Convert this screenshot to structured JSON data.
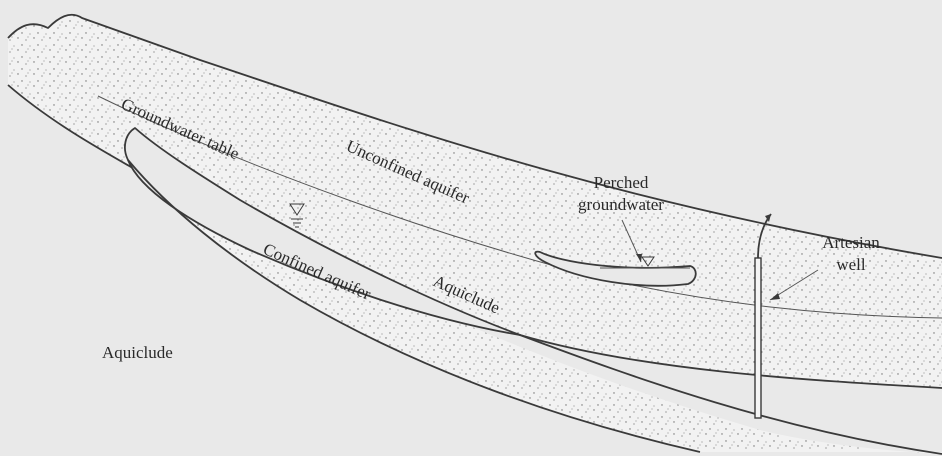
{
  "colors": {
    "background": "#e9e9e9",
    "aquifer_fill": "#f2f2f2",
    "stipple": "#6e6e6e",
    "line": "#3a3a3a",
    "label": "#2a2a2a"
  },
  "labels": {
    "groundwater_table": "Groundwater table",
    "unconfined_aquifer": "Unconfined aquifer",
    "perched_line1": "Perched",
    "perched_line2": "groundwater",
    "artesian_line1": "Artesian",
    "artesian_line2": "well",
    "aquiclude_mid": "Aquiclude",
    "confined_aquifer": "Confined aquifer",
    "aquiclude_lower": "Aquiclude"
  },
  "icons": [
    "water-table-symbol-icon",
    "water-table-symbol-icon",
    "flow-arrow-icon"
  ]
}
